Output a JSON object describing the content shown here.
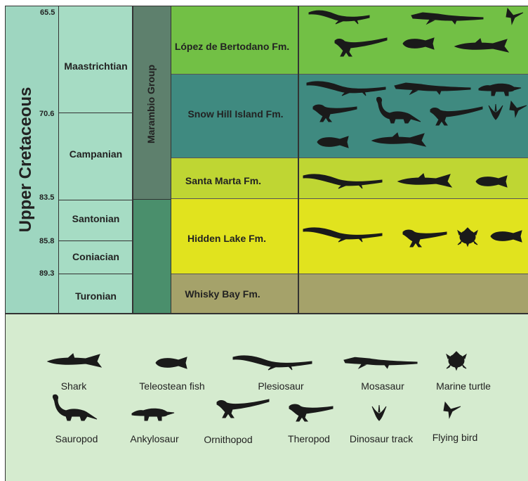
{
  "series_label": "Upper Cretaceous",
  "group_label": "Marambio Group",
  "ages_ma": [
    "65.5",
    "70.6",
    "83.5",
    "85.8",
    "89.3"
  ],
  "stages": [
    "Maastrichtian",
    "Campanian",
    "Santonian",
    "Coniacian",
    "Turonian"
  ],
  "formations": [
    "López de Bertodano Fm.",
    "Snow Hill Island Fm.",
    "Santa Marta Fm.",
    "Hidden Lake Fm.",
    "Whisky Bay Fm."
  ],
  "formation_fauna": [
    [
      "plesiosaur",
      "mosasaur",
      "flying-bird",
      "ornithopod",
      "teleostean-fish",
      "shark"
    ],
    [
      "plesiosaur",
      "mosasaur",
      "ankylosaur",
      "theropod",
      "sauropod",
      "ornithopod",
      "dinosaur-track",
      "flying-bird",
      "teleostean-fish",
      "shark"
    ],
    [
      "plesiosaur",
      "shark",
      "teleostean-fish"
    ],
    [
      "plesiosaur",
      "theropod",
      "marine-turtle",
      "teleostean-fish"
    ],
    []
  ],
  "legend": [
    {
      "icon": "shark",
      "label": "Shark"
    },
    {
      "icon": "teleostean-fish",
      "label": "Teleostean fish"
    },
    {
      "icon": "plesiosaur",
      "label": "Plesiosaur"
    },
    {
      "icon": "mosasaur",
      "label": "Mosasaur"
    },
    {
      "icon": "marine-turtle",
      "label": "Marine turtle"
    },
    {
      "icon": "sauropod",
      "label": "Sauropod"
    },
    {
      "icon": "ankylosaur",
      "label": "Ankylosaur"
    },
    {
      "icon": "ornithopod",
      "label": "Ornithopod"
    },
    {
      "icon": "theropod",
      "label": "Theropod"
    },
    {
      "icon": "dinosaur-track",
      "label": "Dinosaur track"
    },
    {
      "icon": "flying-bird",
      "label": "Flying bird"
    }
  ],
  "colors": {
    "series_bg": "#9ed6c0",
    "stage_bg": "#a6dcc4",
    "marambio_bg": "#5e806d",
    "lower_group_bg": "#4a8f6c",
    "lopez": "#72c045",
    "snowhill": "#3f8a80",
    "santamarta": "#bfd633",
    "hiddenlake": "#e1e31e",
    "whiskybay": "#a5a26a",
    "legend_bg": "#d5ebcf",
    "silhouette": "#1a1a1a"
  }
}
